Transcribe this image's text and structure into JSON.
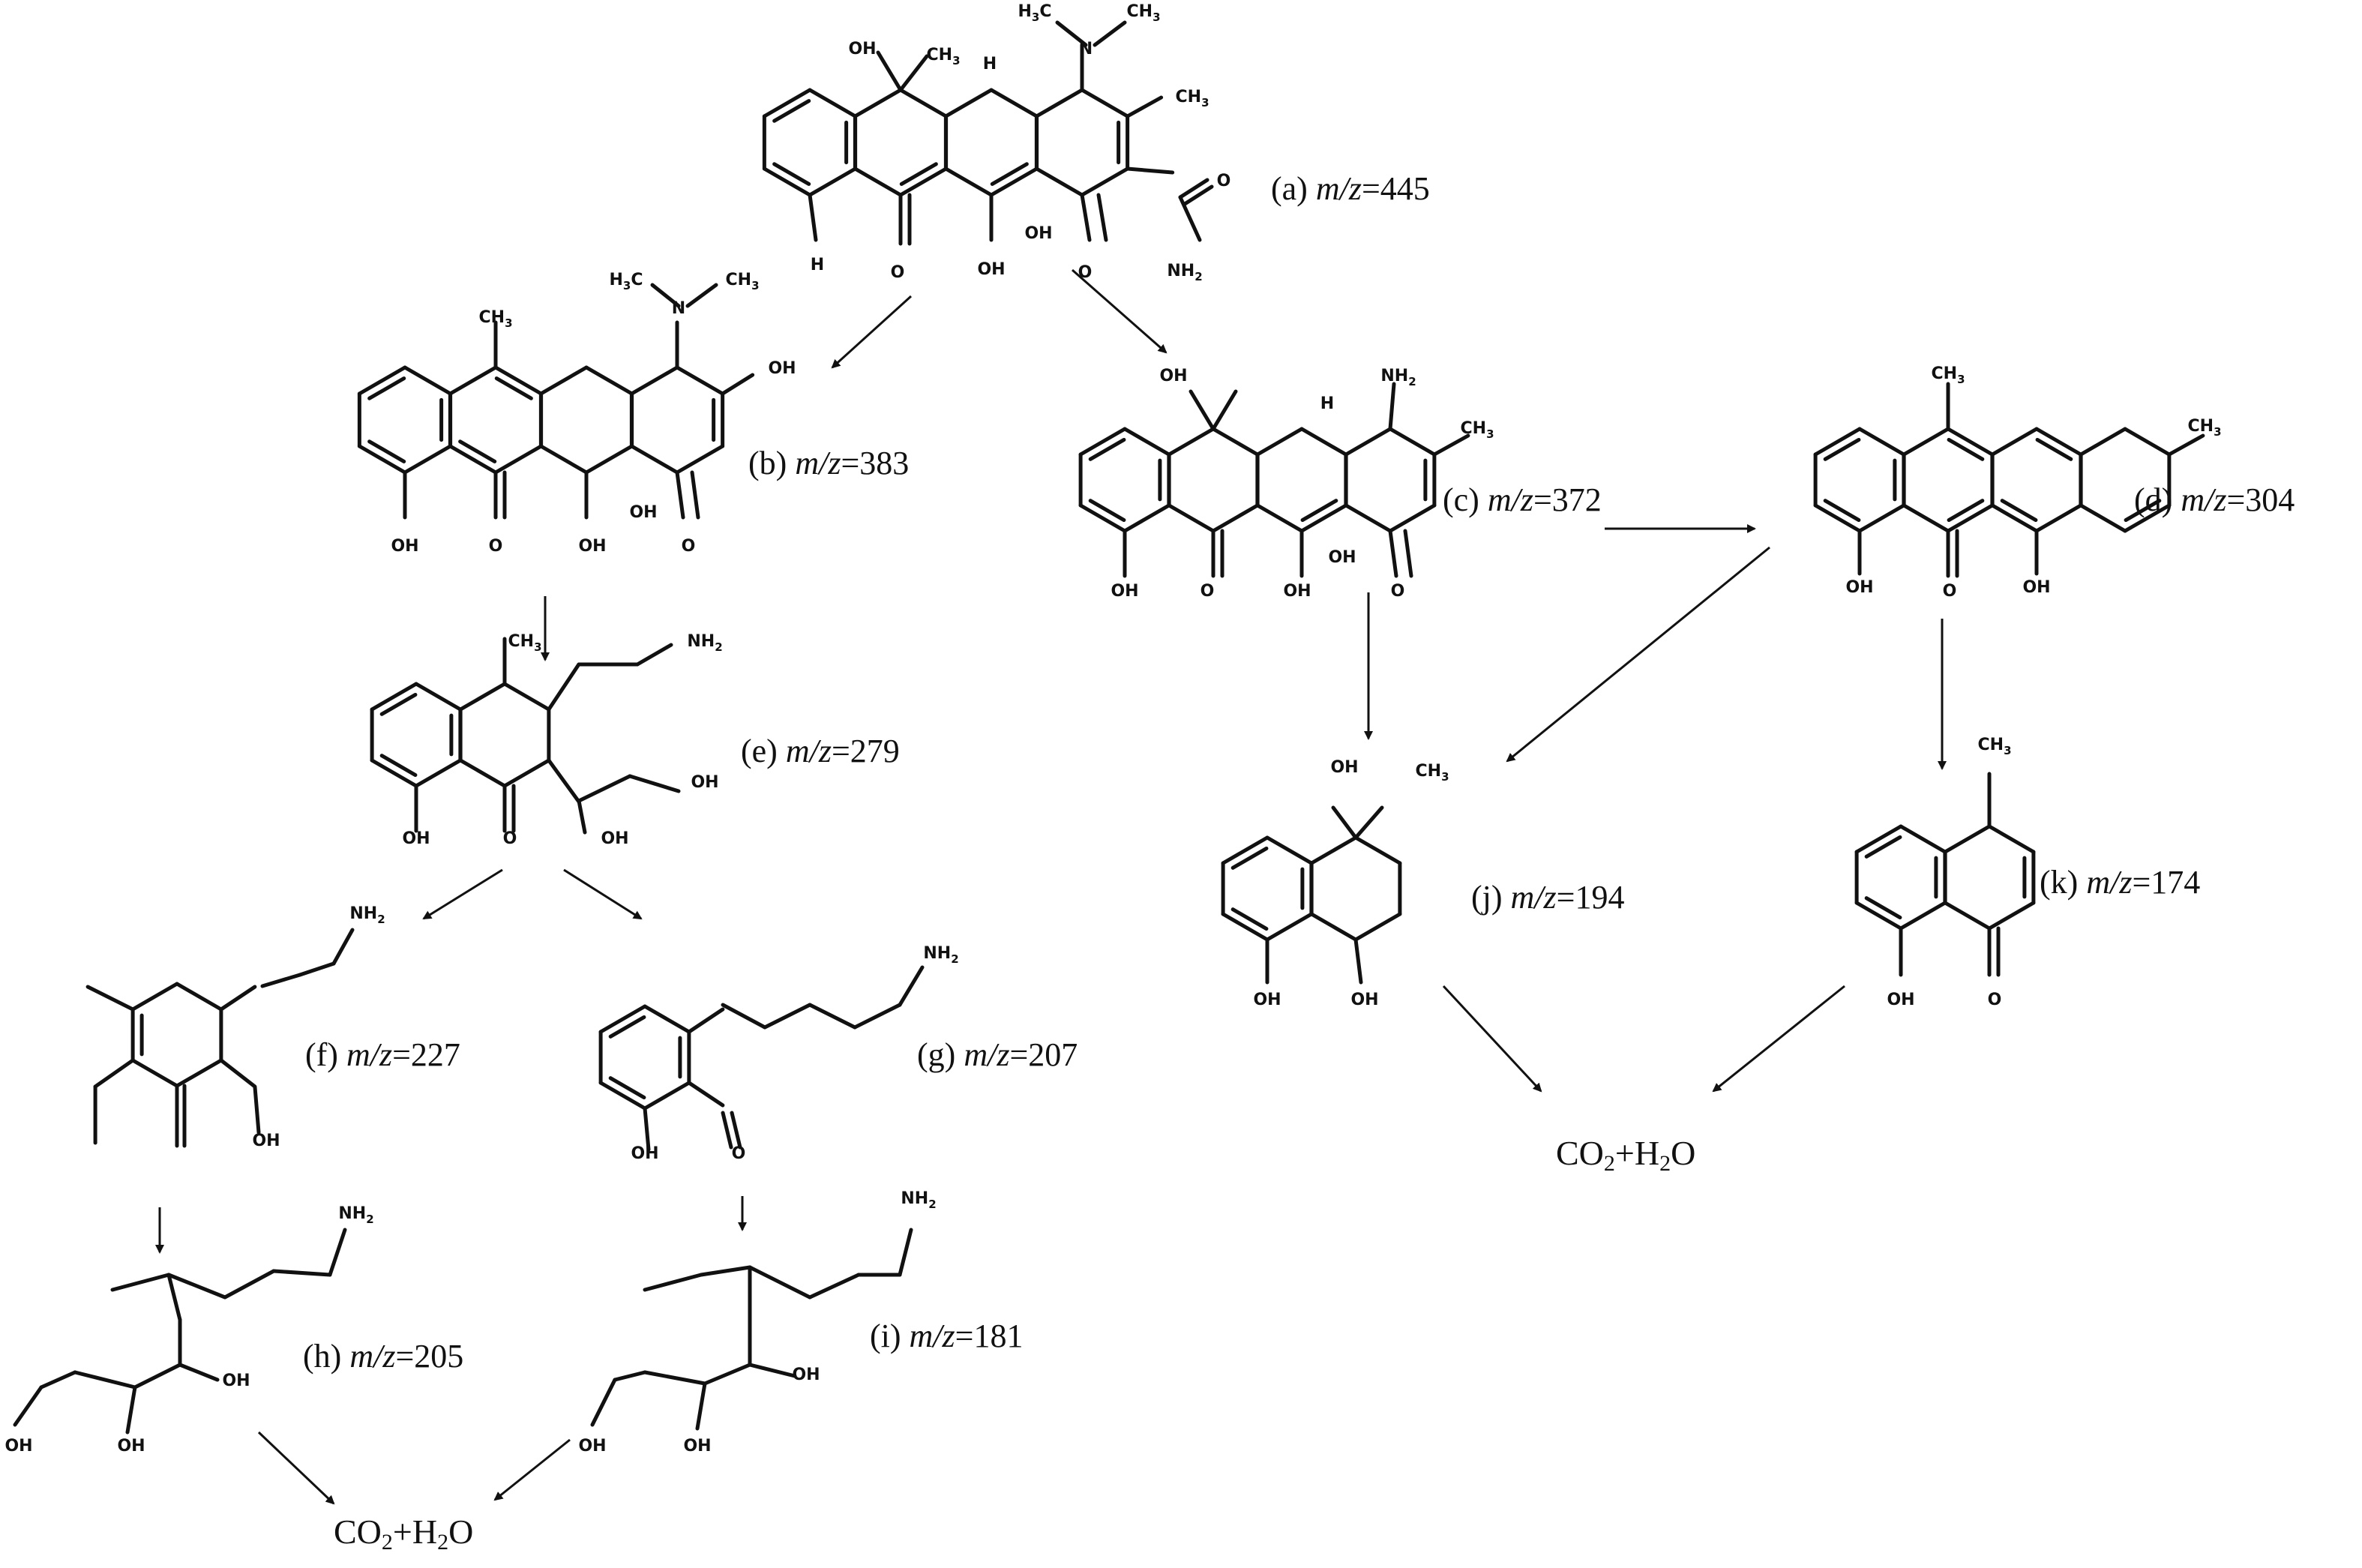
{
  "compounds": [
    {
      "id": "a",
      "letter": "(a)",
      "mz": "445"
    },
    {
      "id": "b",
      "letter": "(b)",
      "mz": "383"
    },
    {
      "id": "c",
      "letter": "(c)",
      "mz": "372"
    },
    {
      "id": "d",
      "letter": "(d)",
      "mz": "304"
    },
    {
      "id": "e",
      "letter": "(e)",
      "mz": "279"
    },
    {
      "id": "f",
      "letter": "(f)",
      "mz": "227"
    },
    {
      "id": "g",
      "letter": "(g)",
      "mz": "207"
    },
    {
      "id": "h",
      "letter": "(h)",
      "mz": "205"
    },
    {
      "id": "i",
      "letter": "(i)",
      "mz": "181"
    },
    {
      "id": "j",
      "letter": "(j)",
      "mz": "194"
    },
    {
      "id": "k",
      "letter": "(k)",
      "mz": "174"
    }
  ],
  "mz_prefix": "m/z=",
  "products": [
    {
      "id": "p1",
      "text": "CO2+H2O"
    },
    {
      "id": "p2",
      "text": "CO2+H2O"
    }
  ],
  "atom_labels": {
    "OH": "OH",
    "O": "O",
    "NH2": "NH2",
    "CH3": "CH3",
    "H3C": "H3C",
    "N": "N",
    "H": "H"
  }
}
